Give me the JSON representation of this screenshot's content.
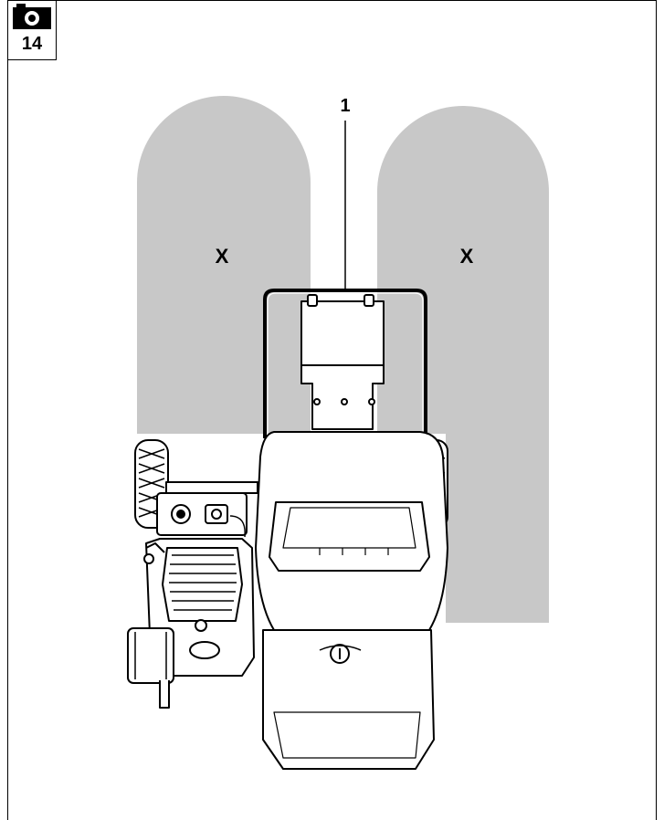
{
  "figure": {
    "number": "14",
    "badge_icon": "camera-icon"
  },
  "callouts": {
    "item_1": "1"
  },
  "zones": {
    "left_label": "X",
    "right_label": "X",
    "fill_color": "#c8c8c8"
  },
  "machine": {
    "name": "machine-illustration"
  }
}
